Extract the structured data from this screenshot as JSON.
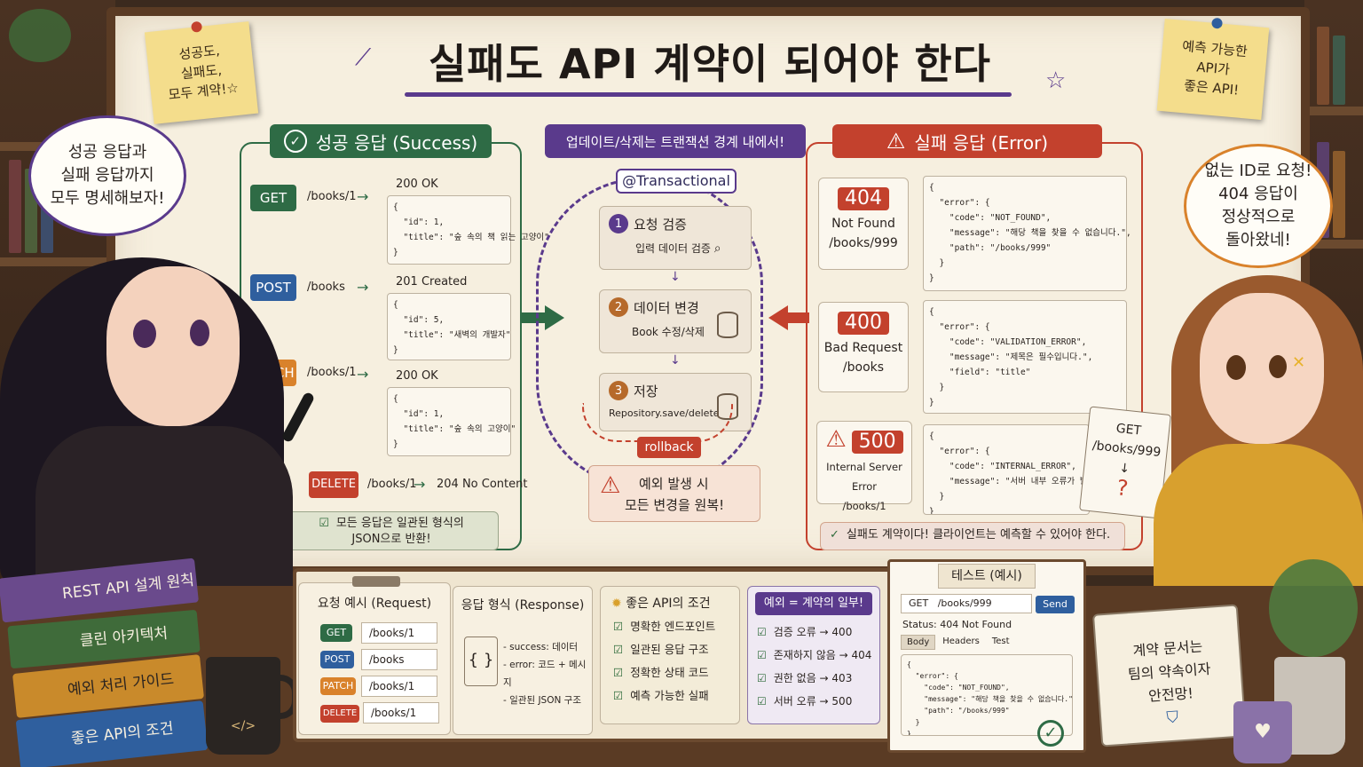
{
  "title": "실패도 API 계약이 되어야 한다",
  "sticky_left": [
    "성공도,",
    "실패도,",
    "모두 계약!☆"
  ],
  "sticky_right": [
    "예측 가능한",
    "API가",
    "좋은 API!"
  ],
  "bubble_left": [
    "성공 응답과",
    "실패 응답까지",
    "모두 명세해보자!"
  ],
  "bubble_right": [
    "없는 ID로 요청!",
    "404 응답이",
    "정상적으로",
    "돌아왔네!"
  ],
  "success": {
    "header": "성공 응답 (Success)",
    "rows": [
      {
        "method": "GET",
        "path": "/books/1",
        "status": "200 OK",
        "json": "{\n  \"id\": 1,\n  \"title\": \"숲 속의 책 읽는 고양이\"\n}"
      },
      {
        "method": "POST",
        "path": "/books",
        "status": "201 Created",
        "json": "{\n  \"id\": 5,\n  \"title\": \"새벽의 개발자\"\n}"
      },
      {
        "method": "PATCH",
        "path": "/books/1",
        "status": "200 OK",
        "json": "{\n  \"id\": 1,\n  \"title\": \"숲 속의 고양이\"\n}"
      },
      {
        "method": "DELETE",
        "path": "/books/1",
        "status": "204 No Content"
      }
    ],
    "footer": [
      "모든 응답은 일관된 형식의",
      "JSON으로 반환!"
    ]
  },
  "transaction": {
    "header": "업데이트/삭제는 트랜잭션 경계 내에서!",
    "annotation": "@Transactional",
    "steps": [
      {
        "num": "1",
        "label": "요청 검증",
        "desc": "입력 데이터 검증"
      },
      {
        "num": "2",
        "label": "데이터 변경",
        "desc": "Book 수정/삭제"
      },
      {
        "num": "3",
        "label": "저장",
        "desc": "Repository.save/delete"
      }
    ],
    "rollback": "rollback",
    "exception": [
      "예외 발생 시",
      "모든 변경을 원복!"
    ]
  },
  "error": {
    "header": "실패 응답 (Error)",
    "cards": [
      {
        "code": "404",
        "name": "Not Found",
        "path": "/books/999",
        "json": "{\n  \"error\": {\n    \"code\": \"NOT_FOUND\",\n    \"message\": \"해당 책을 찾을 수 없습니다.\",\n    \"path\": \"/books/999\"\n  }\n}"
      },
      {
        "code": "400",
        "name": "Bad Request",
        "path": "/books",
        "json": "{\n  \"error\": {\n    \"code\": \"VALIDATION_ERROR\",\n    \"message\": \"제목은 필수입니다.\",\n    \"field\": \"title\"\n  }\n}"
      },
      {
        "code": "500",
        "name": "Internal Server Error",
        "path": "/books/1",
        "json": "{\n  \"error\": {\n    \"code\": \"INTERNAL_ERROR\",\n    \"message\": \"서버 내부 오류가 발생했습\n  }\n}"
      }
    ],
    "footer": "실패도 계약이다! 클라이언트는 예측할 수 있어야 한다."
  },
  "card_get": {
    "method": "GET",
    "path": "/books/999",
    "mark": "?"
  },
  "request_example": {
    "title": "요청 예시 (Request)",
    "rows": [
      {
        "method": "GET",
        "path": "/books/1"
      },
      {
        "method": "POST",
        "path": "/books"
      },
      {
        "method": "PATCH",
        "path": "/books/1"
      },
      {
        "method": "DELETE",
        "path": "/books/1"
      }
    ]
  },
  "response_format": {
    "title": "응답 형식 (Response)",
    "icon": "{ }",
    "items": [
      "- success: 데이터",
      "- error: 코드 + 메시지",
      "- 일관된 JSON 구조"
    ]
  },
  "good_api": {
    "title": "좋은 API의 조건",
    "items": [
      "명확한 엔드포인트",
      "일관된 응답 구조",
      "정확한 상태 코드",
      "예측 가능한 실패"
    ]
  },
  "exception_contract": {
    "title": "예외 = 계약의 일부!",
    "items": [
      "검증 오류 → 400",
      "존재하지 않음 → 404",
      "권한 없음 → 403",
      "서버 오류 → 500"
    ]
  },
  "test": {
    "title": "테스트 (예시)",
    "method": "GET",
    "url": "/books/999",
    "send": "Send",
    "status": "Status: 404 Not Found",
    "tabs": [
      "Body",
      "Headers",
      "Test"
    ],
    "body": "{\n  \"error\": {\n    \"code\": \"NOT_FOUND\",\n    \"message\": \"해당 책을 찾을 수 없습니다.\",\n    \"path\": \"/books/999\"\n  }\n}"
  },
  "books": [
    "REST API 설계 원칙",
    "클린 아키텍처",
    "예외 처리 가이드",
    "좋은 API의 조건"
  ],
  "mug_code": "</>",
  "calendar": [
    "계약 문서는",
    "팀의 약속이자",
    "안전망!"
  ],
  "colors": {
    "success": "#2e6b45",
    "error": "#c3412d",
    "purple": "#5a3a8c",
    "blue": "#2f5f9e",
    "orange": "#d9822b"
  }
}
